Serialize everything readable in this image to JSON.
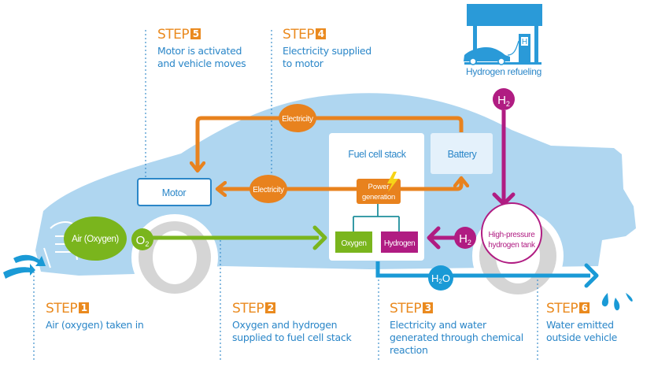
{
  "diagram": {
    "title": "Fuel cell vehicle hydrogen flow",
    "colors": {
      "car_body": "#afd6f0",
      "wheel": "#d5d5d5",
      "step_accent": "#ea8a1f",
      "text_blue": "#2a86c8",
      "electricity_orange": "#e8821e",
      "oxygen_green": "#7ab51d",
      "hydrogen_magenta": "#b01c82",
      "water_blue": "#1a9ad6",
      "refuel_icon_blue": "#2a9ad8"
    },
    "steps": [
      {
        "prefix": "STEP",
        "number": "1",
        "description": [
          "Air (oxygen) taken in"
        ]
      },
      {
        "prefix": "STEP",
        "number": "2",
        "description": [
          "Oxygen and hydrogen",
          "supplied to fuel cell stack"
        ]
      },
      {
        "prefix": "STEP",
        "number": "3",
        "description": [
          "Electricity and water",
          "generated through chemical",
          "reaction"
        ]
      },
      {
        "prefix": "STEP",
        "number": "4",
        "description": [
          "Electricity supplied",
          "to motor"
        ]
      },
      {
        "prefix": "STEP",
        "number": "5",
        "description": [
          "Motor is activated",
          "and vehicle moves"
        ]
      },
      {
        "prefix": "STEP",
        "number": "6",
        "description": [
          "Water emitted",
          "outside vehicle"
        ]
      }
    ],
    "components": {
      "motor": "Motor",
      "fuel_cell_stack": "Fuel cell stack",
      "battery": "Battery",
      "power_generation": [
        "Power",
        "generation"
      ],
      "oxygen": "Oxygen",
      "hydrogen": "Hydrogen",
      "tank": [
        "High-pressure",
        "hydrogen tank"
      ],
      "air": "Air (Oxygen)",
      "refueling": "Hydrogen refueling",
      "refuel_pump_letter": "H"
    },
    "flows": {
      "electricity_top": "Electricity",
      "electricity_mid": "Electricity",
      "o2_base": "O",
      "o2_sub": "2",
      "h2_base": "H",
      "h2_sub": "2",
      "h2o_base": "H",
      "h2o_sub": "2",
      "h2o_tail": "O"
    }
  }
}
